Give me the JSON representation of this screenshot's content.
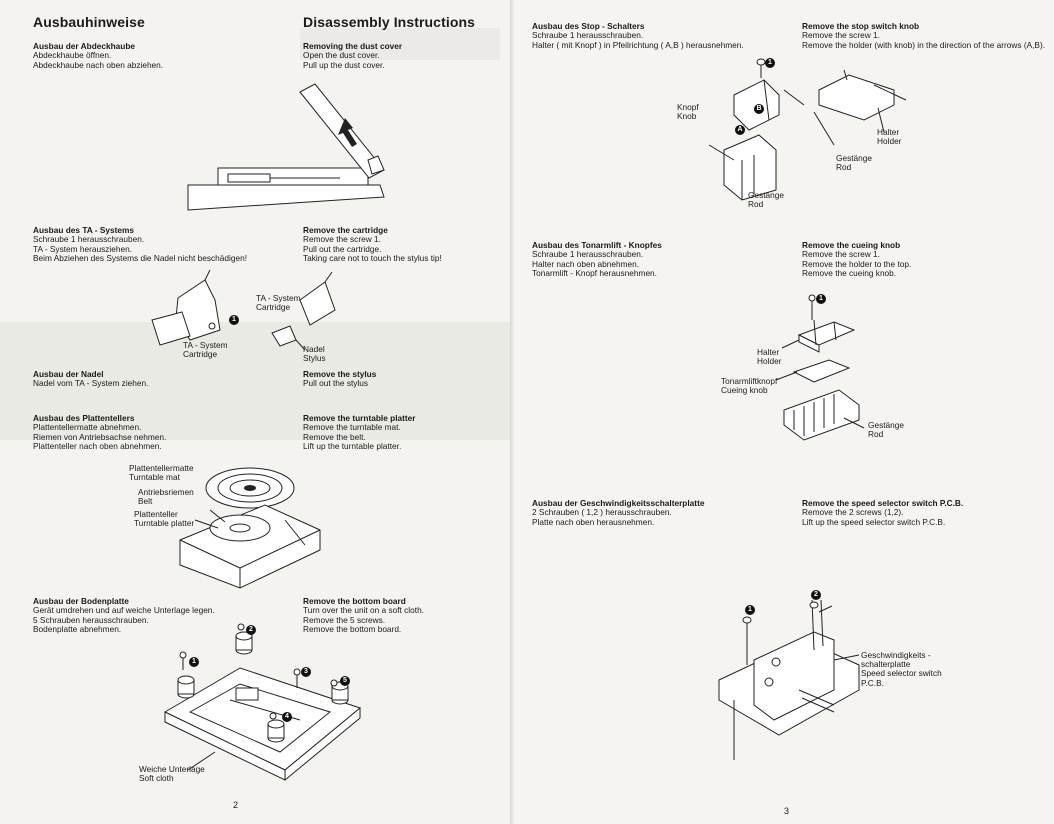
{
  "left_page": {
    "title_de": "Ausbauhinweise",
    "title_en": "Disassembly Instructions",
    "page_number": "2",
    "sections": [
      {
        "heading_de": "Ausbau der Abdeckhaube",
        "text_de": "Abdeckhaube öffnen.\nAbdeckhaube nach oben abziehen.",
        "heading_en": "Removing the dust cover",
        "text_en": "Open the dust cover.\nPull up the dust cover."
      },
      {
        "heading_de": "Ausbau des TA - Systems",
        "text_de": "Schraube 1 herausschrauben.\nTA - System herausziehen.\nBeim Abziehen des Systems die Nadel nicht beschädigen!",
        "heading_en": "Remove the cartridge",
        "text_en": "Remove the screw 1.\nPull out the cartridge.\nTaking care not to touch the stylus tip!"
      },
      {
        "heading_de": "Ausbau der Nadel",
        "text_de": "Nadel vom TA - System ziehen.",
        "heading_en": "Remove the stylus",
        "text_en": "Pull out the stylus"
      },
      {
        "heading_de": "Ausbau des Plattentellers",
        "text_de": "Plattentellermatte abnehmen.\nRiemen von Antriebsachse nehmen.\nPlattenteller nach oben abnehmen.",
        "heading_en": "Remove the turntable platter",
        "text_en": "Remove the turntable mat.\nRemove the belt.\nLift up the turntable platter."
      },
      {
        "heading_de": "Ausbau der Bodenplatte",
        "text_de": "Gerät umdrehen und auf weiche Unterlage legen.\n5 Schrauben herausschrauben.\nBodenplatte abnehmen.",
        "heading_en": "Remove the bottom board",
        "text_en": "Turn over the unit on a soft cloth.\nRemove the 5 screws.\nRemove the bottom board."
      }
    ],
    "labels": {
      "ta_system_cartridge_top": "TA - System\nCartridge",
      "ta_system_cartridge_left": "TA - System\nCartridge",
      "nadel_stylus": "Nadel\nStylus",
      "turntable_mat": "Plattentellermatte\nTurntable mat",
      "belt": "Antriebsriemen\nBelt",
      "platter": "Plattenteller\nTurntable platter",
      "soft_cloth": "Weiche Unterlage\nSoft cloth"
    }
  },
  "right_page": {
    "page_number": "3",
    "sections": [
      {
        "heading_de": "Ausbau des Stop - Schalters",
        "text_de": "Schraube 1 herausschrauben.\nHalter ( mit Knopf ) in Pfeilrichtung ( A,B ) herausnehmen.",
        "heading_en": "Remove the stop switch knob",
        "text_en": "Remove the screw 1.\nRemove the holder (with knob) in the direction of the arrows (A,B)."
      },
      {
        "heading_de": "Ausbau des Tonarmlift - Knopfes",
        "text_de": "Schraube 1 herausschrauben.\nHalter nach oben abnehmen.\nTonarmlift - Knopf herausnehmen.",
        "heading_en": "Remove the cueing knob",
        "text_en": "Remove the screw 1.\nRemove the holder to the top.\nRemove the cueing knob."
      },
      {
        "heading_de": "Ausbau der Geschwindigkeitsschalterplatte",
        "text_de": "2 Schrauben ( 1,2 ) herausschrauben.\nPlatte nach oben herausnehmen.",
        "heading_en": "Remove the speed selector switch P.C.B.",
        "text_en": "Remove the 2 screws (1,2).\nLift up the speed selector switch P.C.B."
      }
    ],
    "labels": {
      "knob": "Knopf\nKnob",
      "holder_1": "Halter\nHolder",
      "rod_1": "Gestänge\nRod",
      "rod_2": "Gestänge\nRod",
      "holder_2": "Halter\nHolder",
      "cueing_knob": "Tonarmliftknopf\nCueing knob",
      "rod_3": "Gestänge\nRod",
      "speed_pcb": "Geschwindigkeits -\nschalterplatte\nSpeed selector switch\nP.C.B."
    }
  },
  "markers": {
    "one": "1",
    "two": "2",
    "three": "3",
    "four": "4",
    "five": "5",
    "a": "A",
    "b": "B"
  }
}
